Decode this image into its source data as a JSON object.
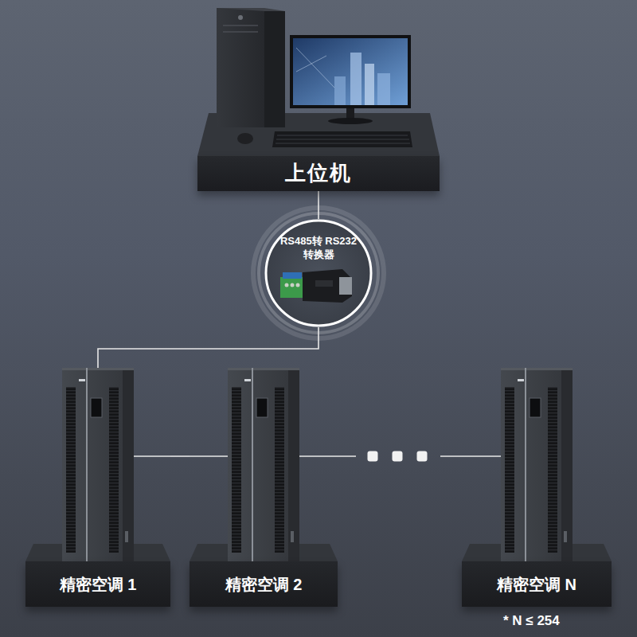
{
  "diagram": {
    "nodes": [
      {
        "text": [
          "上位机"
        ]
      },
      {
        "text": [
          "RS485转 RS232转换器"
        ]
      },
      {
        "text": [
          "精密空调 1"
        ]
      },
      {
        "text": [
          "精密空调 2"
        ]
      },
      {
        "text": [
          "精密空调 N"
        ]
      }
    ],
    "edges": [
      {
        "from": 0,
        "to": 1,
        "arrow": "none"
      },
      {
        "from": 1,
        "to": 2,
        "arrow": "none"
      },
      {
        "from": 2,
        "to": 3,
        "arrow": "none"
      },
      {
        "from": 3,
        "to": 4,
        "arrow": "none"
      }
    ],
    "labels": [
      "* N ≤ 254"
    ]
  }
}
